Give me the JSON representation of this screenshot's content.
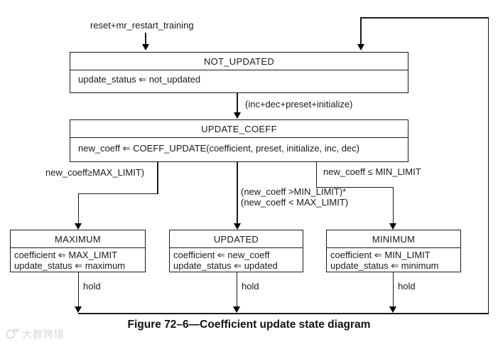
{
  "diagram": {
    "caption": "Figure 72–6—Coefficient update state diagram",
    "watermark": "大数跨境",
    "states": {
      "not_updated": {
        "title": "NOT_UPDATED",
        "lines": [
          "update_status ⇐ not_updated"
        ]
      },
      "update_coeff": {
        "title": "UPDATE_COEFF",
        "lines": [
          "new_coeff ⇐ COEFF_UPDATE(coefficient, preset, initialize, inc, dec)"
        ]
      },
      "maximum": {
        "title": "MAXIMUM",
        "lines": [
          "coefficient ⇐ MAX_LIMIT",
          "update_status ⇐ maximum"
        ]
      },
      "updated": {
        "title": "UPDATED",
        "lines": [
          "coefficient ⇐ new_coeff",
          "update_status ⇐ updated"
        ]
      },
      "minimum": {
        "title": "MINIMUM",
        "lines": [
          "coefficient ⇐ MIN_LIMIT",
          "update_status ⇐ minimum"
        ]
      }
    },
    "transitions": {
      "entry": "reset+mr_restart_training",
      "to_update_coeff": "(inc+dec+preset+initialize)",
      "to_maximum": "new_coeff≥MAX_LIMIT)",
      "to_updated_line1": "(new_coeff >MIN_LIMIT)*",
      "to_updated_line2": "(new_coeff < MAX_LIMIT)",
      "to_minimum": "new_coeff ≤ MIN_LIMIT",
      "hold": "hold"
    }
  }
}
